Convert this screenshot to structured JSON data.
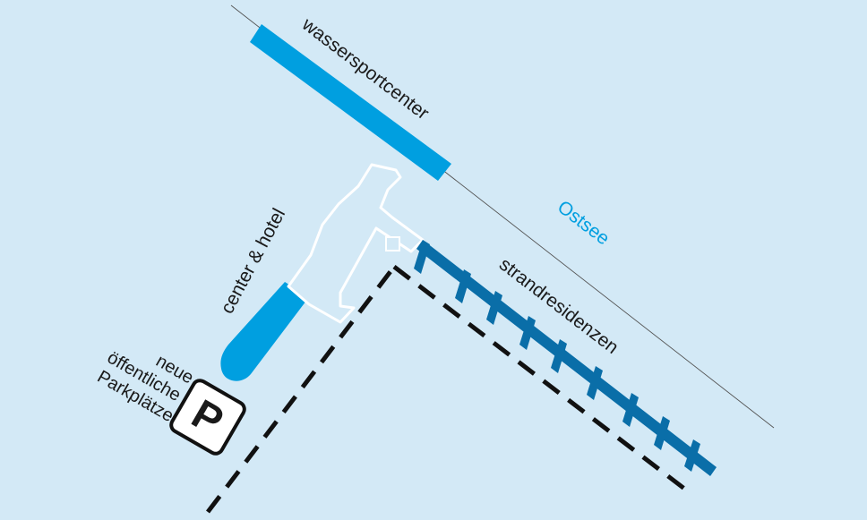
{
  "map": {
    "labels": {
      "wassersportcenter": "wassersportcenter",
      "ostsee": "Ostsee",
      "center_hotel": "center & hotel",
      "strandresidenzen": "strandresidenzen",
      "parking_line1": "neue",
      "parking_line2": "öffentliche",
      "parking_line3": "Parkplätze",
      "parking_sign": "P"
    },
    "colors": {
      "water": "#d3e9f6",
      "wassersportcenter": "#009fe0",
      "strandresidenzen": "#0a6ea8",
      "pool": "#009fe0",
      "ostsee_text": "#009fe0",
      "building_outline": "#ffffff",
      "path": "#111111"
    },
    "icons": [
      "parking-sign-icon"
    ]
  }
}
